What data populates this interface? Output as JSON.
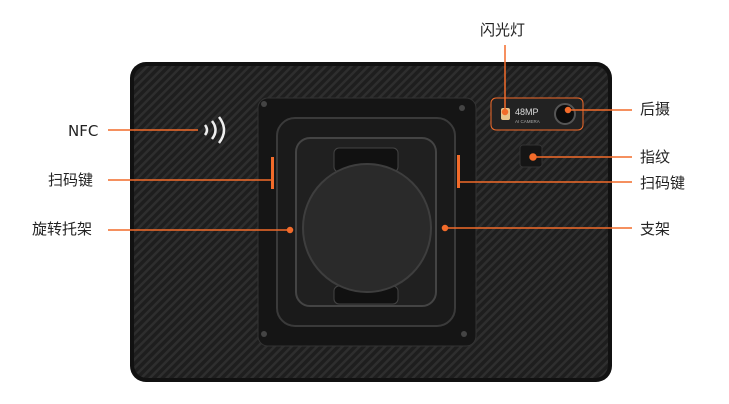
{
  "labels": {
    "flash": "闪光灯",
    "rear_camera": "后摄",
    "fingerprint": "指纹",
    "scan_key_right": "扫码键",
    "stand": "支架",
    "nfc": "NFC",
    "scan_key_left": "扫码键",
    "rotating_bracket": "旋转托架"
  },
  "camera": {
    "mp": "48MP",
    "sub": "AI CAMERA"
  },
  "colors": {
    "accent": "#f26b2a",
    "body": "#1c1c1c"
  }
}
